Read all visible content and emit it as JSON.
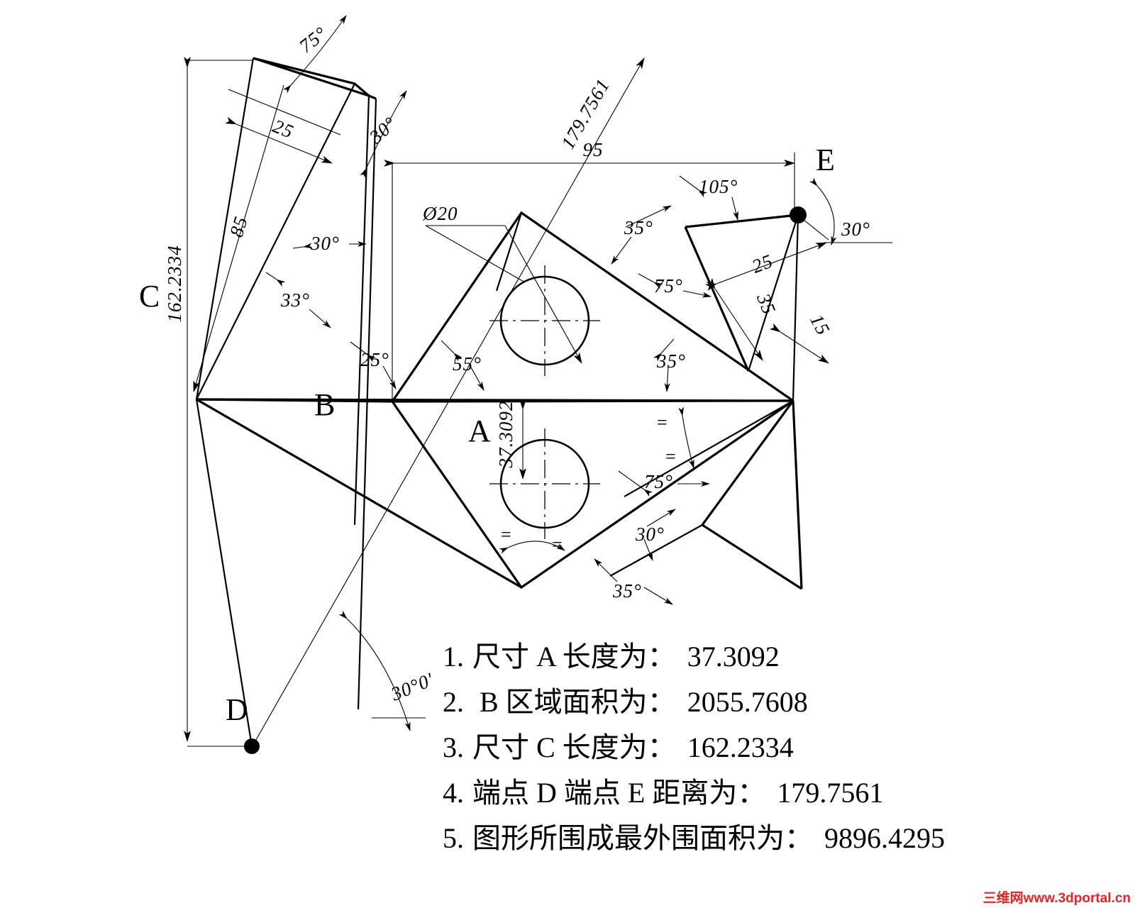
{
  "drawing": {
    "title": "CAD exercise dimensioned sketch",
    "stroke_color": "#000000",
    "background": "#ffffff",
    "diameter_callout": "Ø20",
    "point_labels": {
      "A": "A",
      "B": "B",
      "C": "C",
      "D": "D",
      "E": "E"
    },
    "linear_dimensions": [
      {
        "id": "dim-162",
        "value": "162.2334"
      },
      {
        "id": "dim-95",
        "value": "95"
      },
      {
        "id": "dim-179",
        "value": "179.7561"
      },
      {
        "id": "dim-85",
        "value": "85"
      },
      {
        "id": "dim-25-topleft",
        "value": "25"
      },
      {
        "id": "dim-25-right",
        "value": "25"
      },
      {
        "id": "dim-35-right",
        "value": "35"
      },
      {
        "id": "dim-15-right",
        "value": "15"
      },
      {
        "id": "dim-37",
        "value": "37.3092"
      }
    ],
    "angular_dimensions": [
      {
        "id": "ang-75-top",
        "value": "75°"
      },
      {
        "id": "ang-30-topright",
        "value": "30°"
      },
      {
        "id": "ang-30-left",
        "value": "30°"
      },
      {
        "id": "ang-33",
        "value": "33°"
      },
      {
        "id": "ang-25",
        "value": "25°"
      },
      {
        "id": "ang-55",
        "value": "55°"
      },
      {
        "id": "ang-35-upperright",
        "value": "35°"
      },
      {
        "id": "ang-105",
        "value": "105°"
      },
      {
        "id": "ang-75-upperright",
        "value": "75°"
      },
      {
        "id": "ang-30-atE",
        "value": "30°"
      },
      {
        "id": "ang-35-midright",
        "value": "35°"
      },
      {
        "id": "ang-75-lowright",
        "value": "75°"
      },
      {
        "id": "ang-30-lowright",
        "value": "30°"
      },
      {
        "id": "ang-35-lowright",
        "value": "35°"
      },
      {
        "id": "ang-30-0-D",
        "value": "30°0'"
      }
    ],
    "equality_marks": [
      "=",
      "=",
      "=",
      "="
    ]
  },
  "notes": [
    {
      "index": "1.",
      "text": "尺寸 A 长度为：",
      "value": "37.3092"
    },
    {
      "index": "2.",
      "text": " B 区域面积为：",
      "value": "2055.7608"
    },
    {
      "index": "3.",
      "text": "尺寸 C 长度为：",
      "value": "162.2334"
    },
    {
      "index": "4.",
      "text": "端点 D 端点 E 距离为：",
      "value": "179.7561"
    },
    {
      "index": "5.",
      "text": "图形所围成最外围面积为：",
      "value": "9896.4295"
    }
  ],
  "watermark": {
    "text": "三维网www.3dportal.cn",
    "color": "#ee2222"
  }
}
